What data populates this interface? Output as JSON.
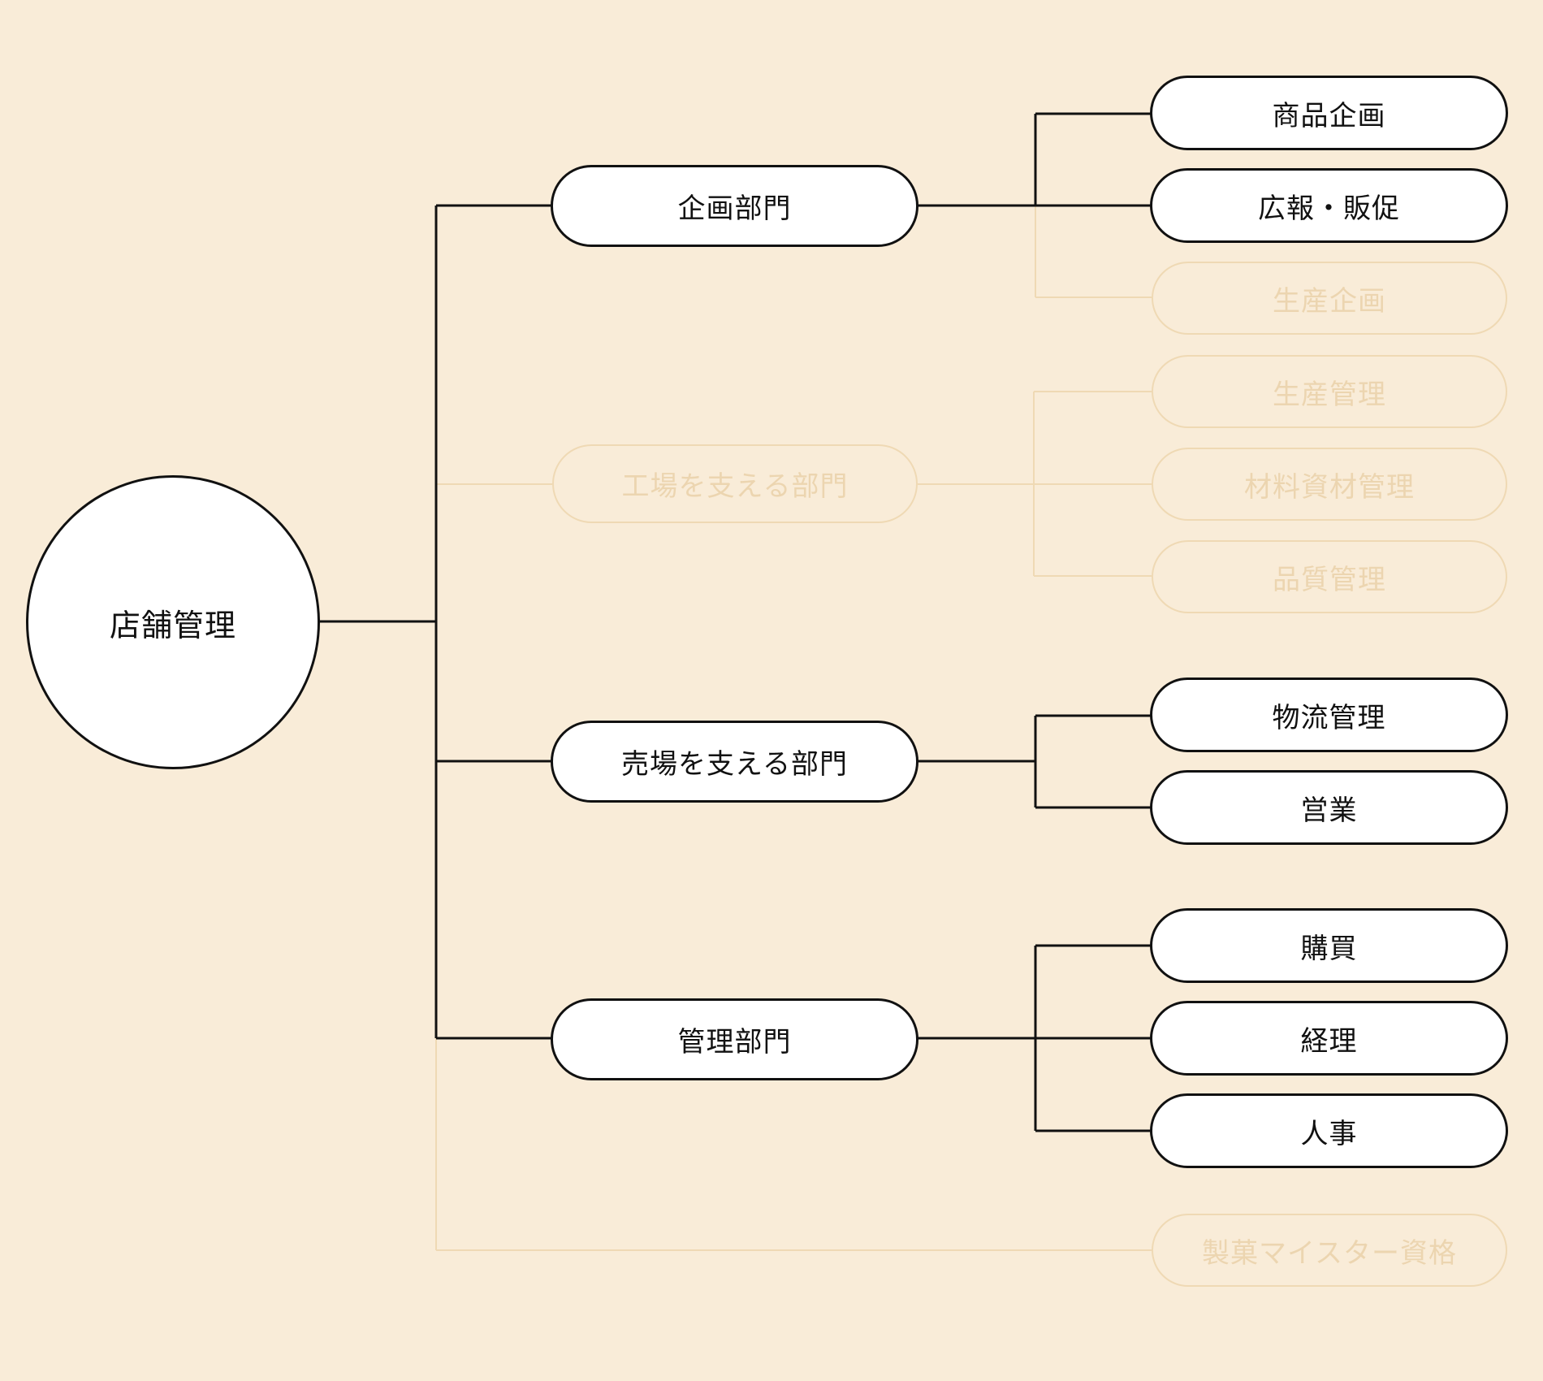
{
  "diagram": {
    "root": {
      "label": "店舗管理"
    },
    "departments": [
      {
        "label": "企画部門",
        "active": true,
        "children": [
          {
            "label": "商品企画",
            "active": true
          },
          {
            "label": "広報・販促",
            "active": true
          },
          {
            "label": "生産企画",
            "active": false
          }
        ]
      },
      {
        "label": "工場を支える部門",
        "active": false,
        "children": [
          {
            "label": "生産管理",
            "active": false
          },
          {
            "label": "材料資材管理",
            "active": false
          },
          {
            "label": "品質管理",
            "active": false
          }
        ]
      },
      {
        "label": "売場を支える部門",
        "active": true,
        "children": [
          {
            "label": "物流管理",
            "active": true
          },
          {
            "label": "営業",
            "active": true
          }
        ]
      },
      {
        "label": "管理部門",
        "active": true,
        "children": [
          {
            "label": "購買",
            "active": true
          },
          {
            "label": "経理",
            "active": true
          },
          {
            "label": "人事",
            "active": true
          }
        ]
      }
    ],
    "direct_leaf": {
      "label": "製菓マイスター資格",
      "active": false
    }
  },
  "colors": {
    "background": "#f9ecd8",
    "active_line": "#111111",
    "active_fill": "#ffffff",
    "faded_line": "#efd9b4",
    "faded_text": "#ecd5b0"
  }
}
